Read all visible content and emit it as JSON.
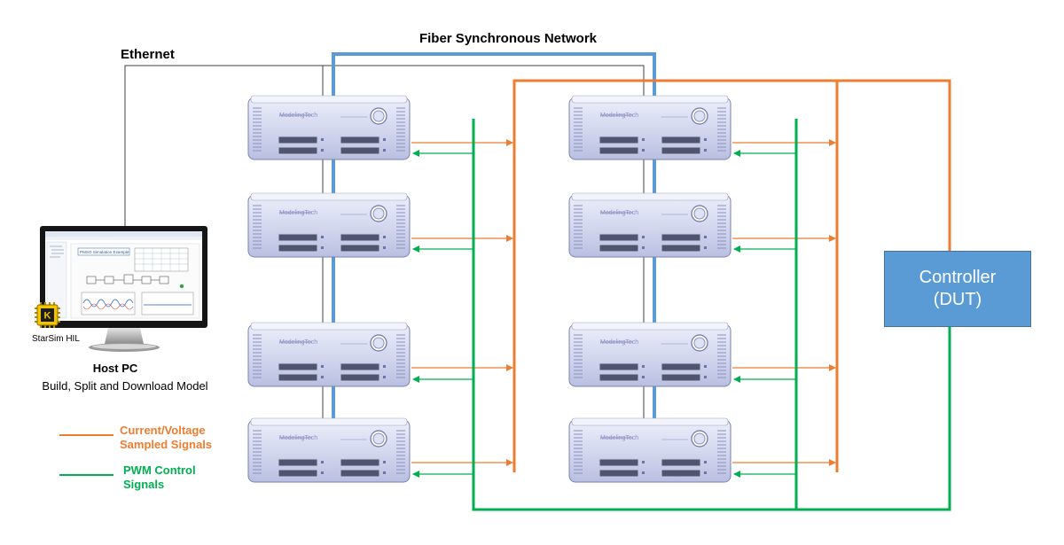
{
  "labels": {
    "fiber_network": "Fiber Synchronous Network",
    "ethernet": "Ethernet",
    "host_pc_title": "Host PC",
    "host_pc_subtitle": "Build, Split and Download Model",
    "starsim_label": "StarSim HIL",
    "starsim_logo": "K",
    "screen_window_title": "PMSG Simulation Example",
    "controller_line1": "Controller",
    "controller_line2": "(DUT)"
  },
  "legend": [
    {
      "line1": "Current/Voltage",
      "line2": "Sampled Signals",
      "color": "#ed7d31"
    },
    {
      "line1": "PWM Control",
      "line2": "Signals",
      "color": "#00b050"
    }
  ],
  "device_brand": "ModelingTech",
  "colors": {
    "fiber": "#5b9bd5",
    "ethernet": "#404040",
    "sampled": "#ed7d31",
    "pwm": "#00b050",
    "dut": "#5b9bd5",
    "device_body": "#d9dcf2"
  }
}
